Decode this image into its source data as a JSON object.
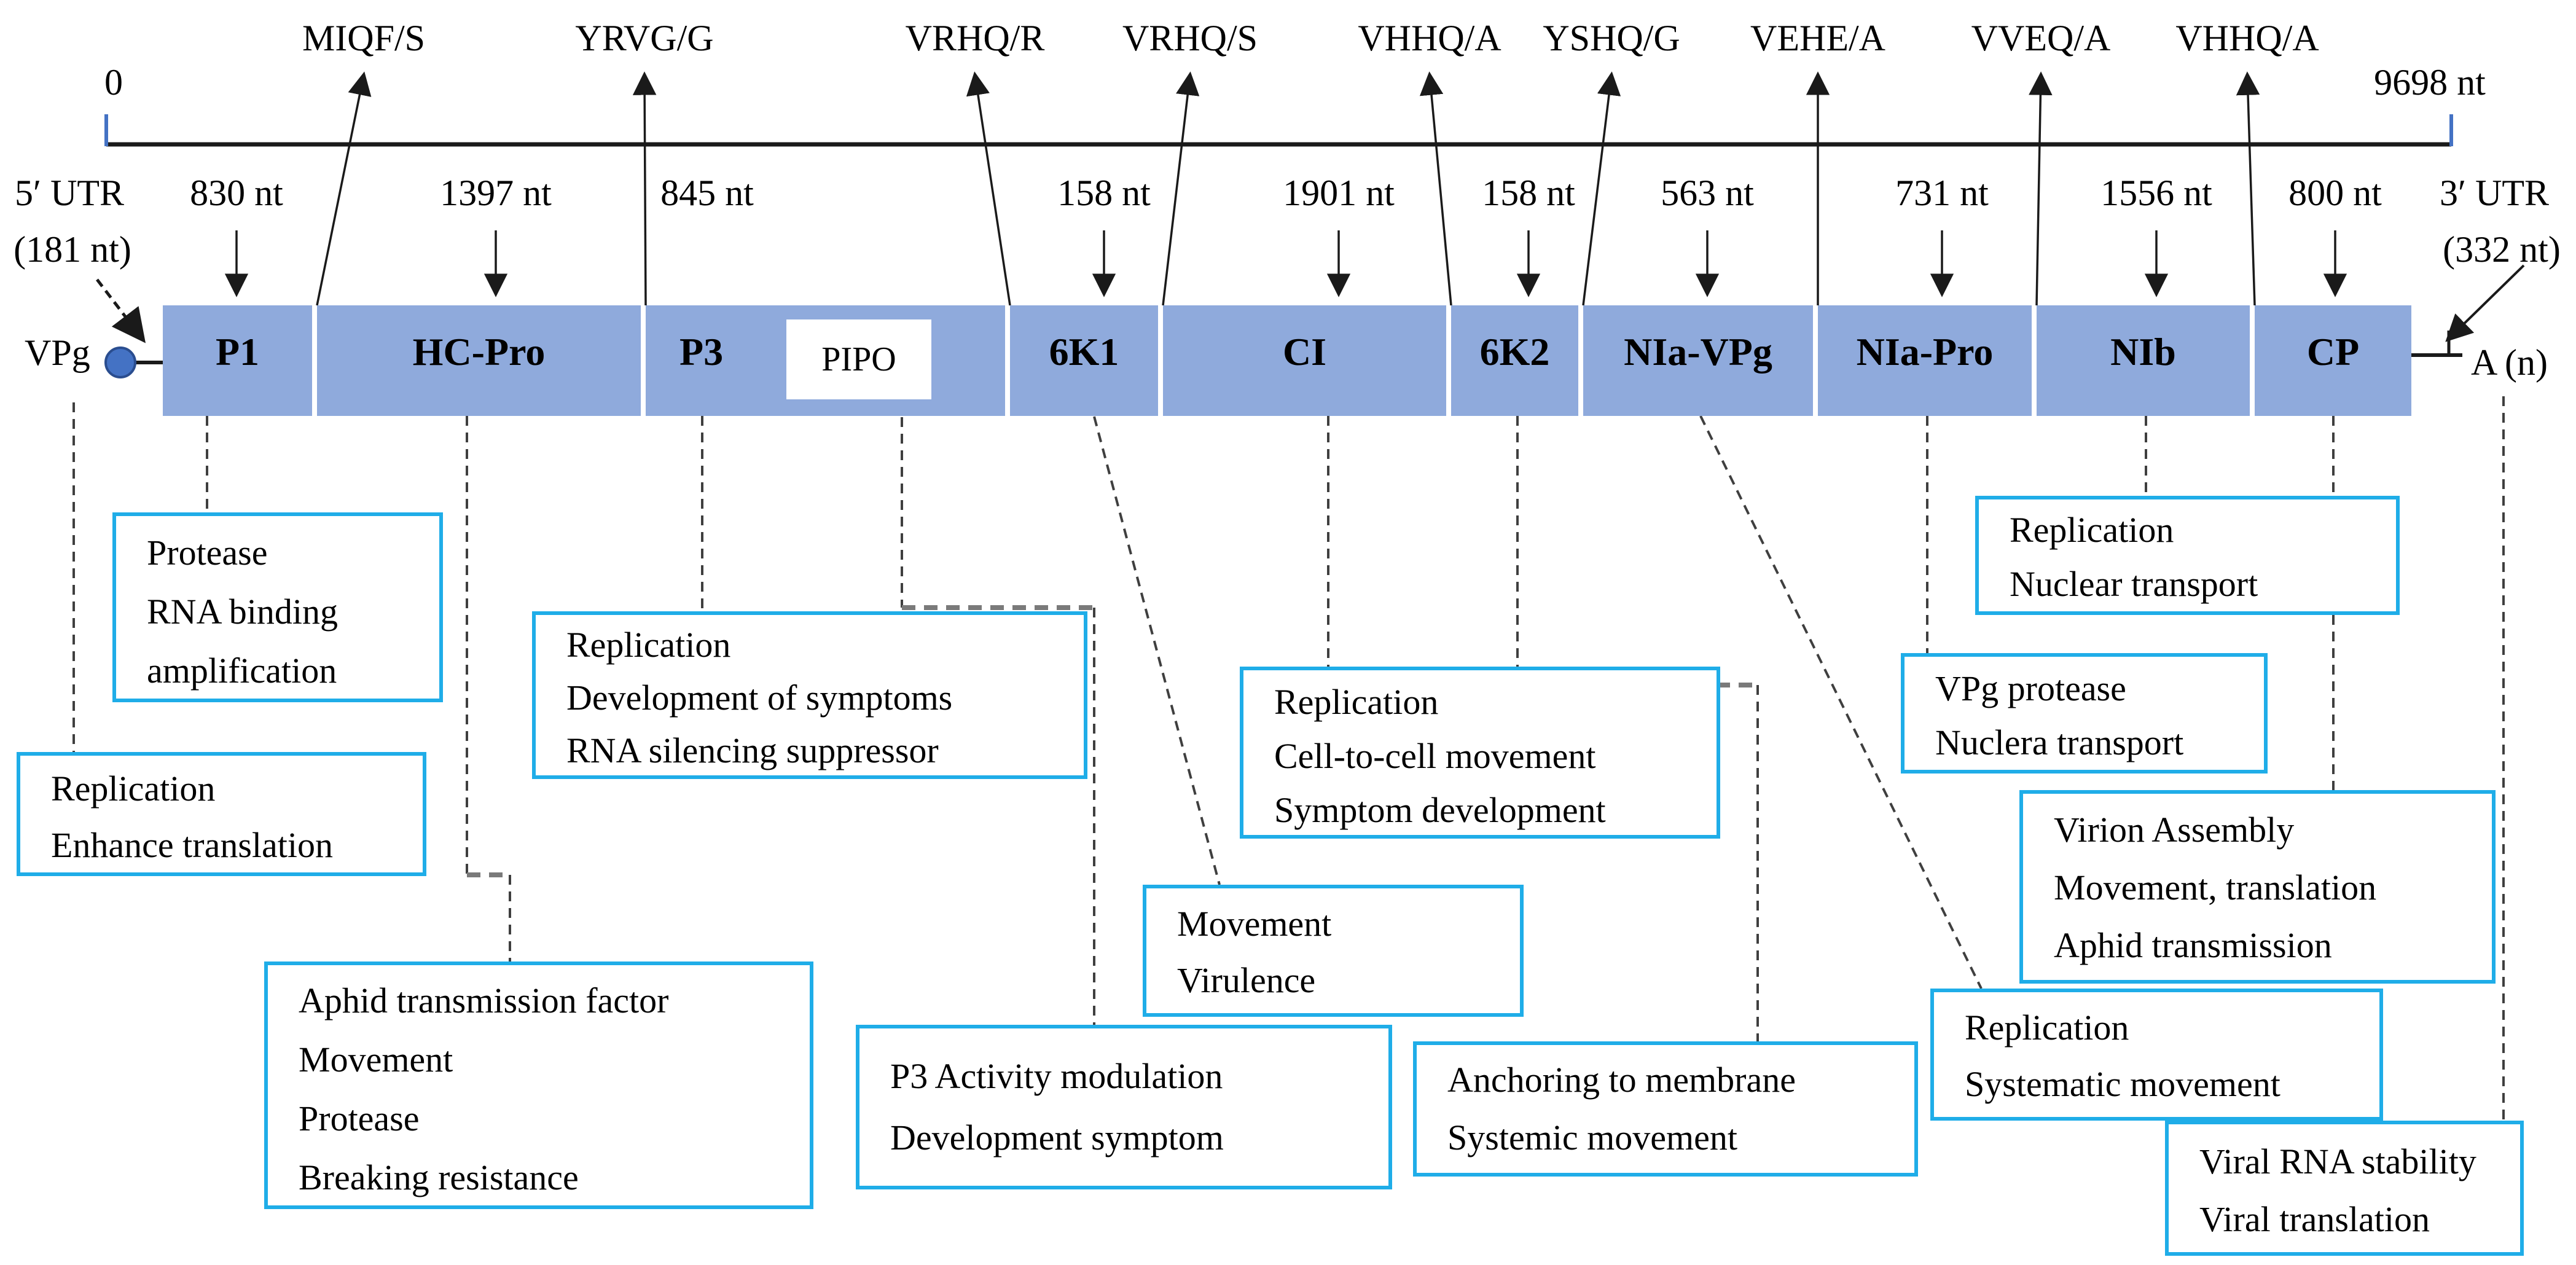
{
  "scale": {
    "start_label": "0",
    "end_label": "9698 nt"
  },
  "utr5": {
    "name": "5′ UTR",
    "size": "(181 nt)"
  },
  "utr3": {
    "name": "3′ UTR",
    "size": "(332 nt)"
  },
  "vpg_label": "VPg",
  "poly_a_label": "A (n)",
  "cleavage_sites": [
    "MIQF/S",
    "YRVG/G",
    "VRHQ/R",
    "VRHQ/S",
    "VHHQ/A",
    "YSHQ/G",
    "VEHE/A",
    "VVEQ/A",
    "VHHQ/A"
  ],
  "genome_bar": {
    "color": "#8faadc",
    "pipo_label": "PIPO",
    "segments": [
      {
        "label": "P1",
        "size": "830 nt"
      },
      {
        "label": "HC-Pro",
        "size": "1397 nt"
      },
      {
        "label": "P3",
        "size": "845 nt"
      },
      {
        "label": "6K1",
        "size": "158 nt"
      },
      {
        "label": "CI",
        "size": "1901 nt"
      },
      {
        "label": "6K2",
        "size": "158 nt"
      },
      {
        "label": "NIa-VPg",
        "size": "563 nt"
      },
      {
        "label": "NIa-Pro",
        "size": "731 nt"
      },
      {
        "label": "NIb",
        "size": "1556 nt"
      },
      {
        "label": "CP",
        "size": "800 nt"
      }
    ]
  },
  "function_boxes": {
    "utr5": {
      "lines": [
        "Replication",
        "Enhance translation"
      ]
    },
    "p1": {
      "lines": [
        "Protease",
        "RNA binding",
        "amplification"
      ]
    },
    "hcpro": {
      "lines": [
        "Aphid transmission factor",
        "Movement",
        "Protease",
        "Breaking resistance"
      ]
    },
    "p3": {
      "lines": [
        "Replication",
        "Development of symptoms",
        "RNA silencing suppressor"
      ]
    },
    "pipo": {
      "lines": [
        "P3 Activity modulation",
        "Development symptom"
      ]
    },
    "k6k1": {
      "lines": [
        "Movement",
        "Virulence"
      ]
    },
    "ci": {
      "lines": [
        "Replication",
        "Cell-to-cell movement",
        "Symptom development"
      ]
    },
    "k6k2": {
      "lines": [
        "Anchoring to membrane",
        "Systemic movement"
      ]
    },
    "nia_vpg": {
      "lines": [
        "Replication",
        "Systematic movement"
      ]
    },
    "nia_pro": {
      "lines": [
        "VPg protease",
        "Nuclera transport"
      ]
    },
    "nib": {
      "lines": [
        "Replication",
        "Nuclear transport"
      ]
    },
    "cp": {
      "lines": [
        "Virion Assembly",
        "Movement, translation",
        "Aphid transmission"
      ]
    },
    "utr3": {
      "lines": [
        "Viral RNA stability",
        "Viral translation"
      ]
    }
  },
  "colors": {
    "bar_fill": "#8faadc",
    "vpg_dot": "#4472c4",
    "box_border": "#1fade8",
    "axis_tick": "#4472c4"
  }
}
